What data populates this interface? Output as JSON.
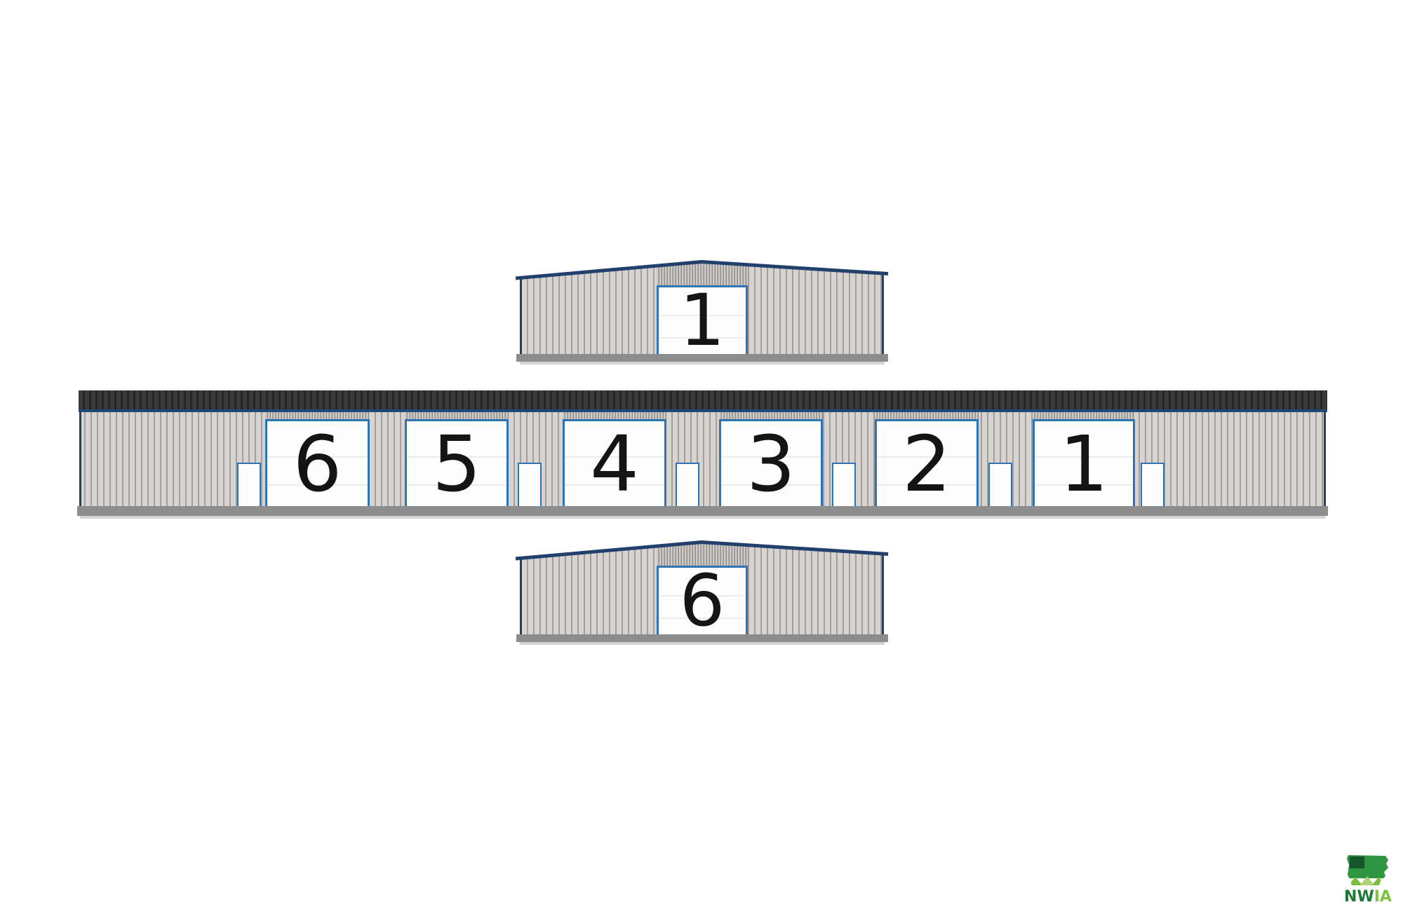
{
  "title": "storage-facility-diagram",
  "buildings": {
    "top_end_view": {
      "door_label": "1"
    },
    "side_view": {
      "garage_doors": [
        {
          "label": "6"
        },
        {
          "label": "5"
        },
        {
          "label": "4"
        },
        {
          "label": "3"
        },
        {
          "label": "2"
        },
        {
          "label": "1"
        }
      ]
    },
    "bottom_end_view": {
      "door_label": "6"
    }
  },
  "logo": {
    "name": "NWIA",
    "nw": "NW",
    "ia": "IA"
  },
  "colors": {
    "siding": "#d6d3d1",
    "siding_line": "#787370",
    "roof_band": "#3a3a3c",
    "navy_trim": "#21406b",
    "navy_line": "#1e4976",
    "door_frame": "#2e73b4",
    "door_fill": "#fdfdfe",
    "foundation": "#8d8d8d",
    "number": "#141414",
    "logo_dark_green": "#14572a",
    "logo_green": "#2e9640",
    "logo_hill_green": "#7cbf3f",
    "logo_hill_light": "#a9d46e",
    "logo_text_dark": "#1d7a35",
    "logo_text_light": "#7fc241"
  }
}
